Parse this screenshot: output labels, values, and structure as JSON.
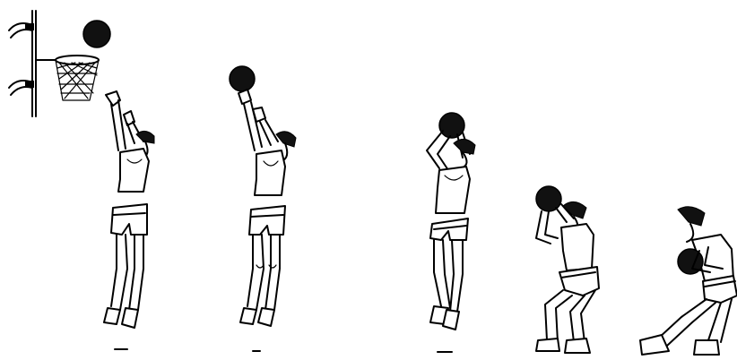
{
  "illustration": {
    "frames": [
      {
        "pose": "release-follow-through",
        "ball": "above-hoop"
      },
      {
        "pose": "release",
        "ball": "leaving-hands"
      },
      {
        "pose": "jump-set",
        "ball": "above-head"
      },
      {
        "pose": "crouch-set",
        "ball": "at-face"
      },
      {
        "pose": "step-gather",
        "ball": "at-chest"
      }
    ],
    "colors": {
      "ink": "#000000",
      "paper": "#ffffff",
      "ball": "#111111"
    }
  }
}
